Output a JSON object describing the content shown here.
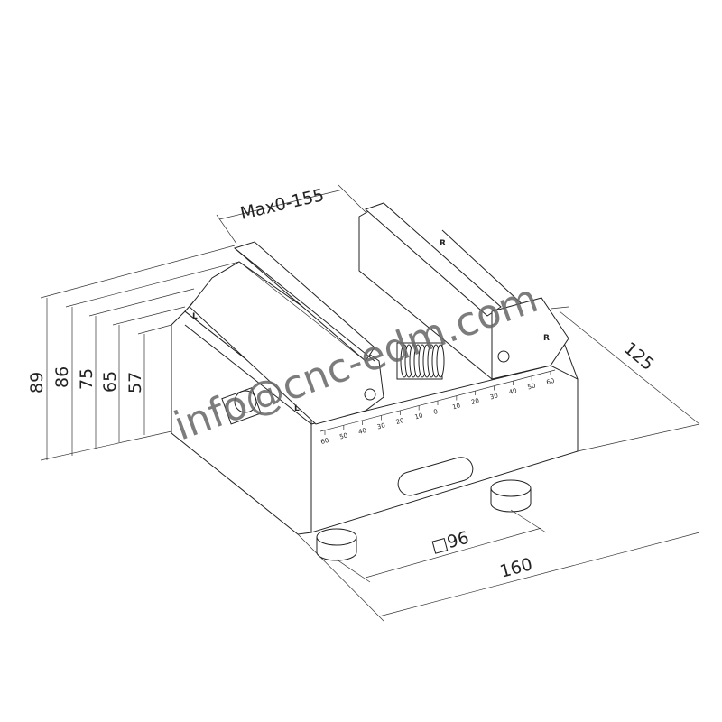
{
  "drawing": {
    "dimensions": {
      "jaw_opening": "Max0-155",
      "height_89": "89",
      "height_86": "86",
      "height_75": "75",
      "height_65": "65",
      "height_57": "57",
      "depth": "125",
      "width": "160",
      "mount_square": "□96"
    },
    "scale_labels": [
      "60",
      "50",
      "40",
      "30",
      "20",
      "10",
      "0",
      "10",
      "20",
      "30",
      "40",
      "50",
      "60"
    ],
    "jaw_marks": {
      "left": "L",
      "right": "R"
    },
    "watermark": "info@cnc-edm.com",
    "line_color": "#222222"
  }
}
